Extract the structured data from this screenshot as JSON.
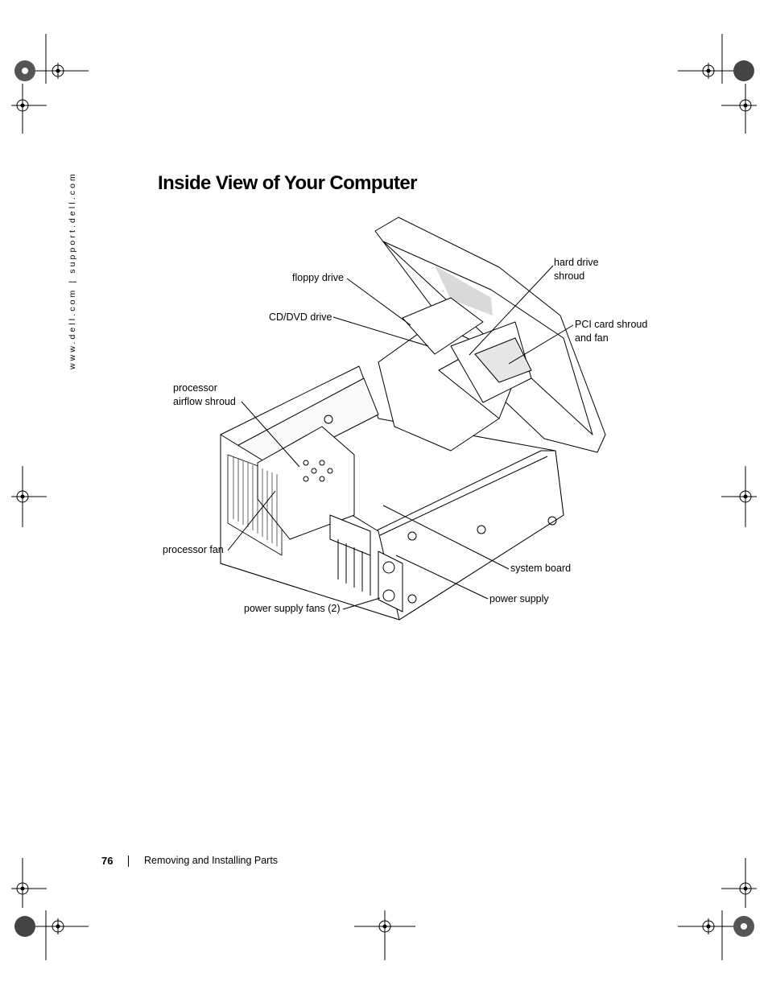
{
  "side_url": "www.dell.com | support.dell.com",
  "title": "Inside View of Your Computer",
  "callouts": {
    "floppy_drive": "floppy drive",
    "cd_dvd_drive": "CD/DVD drive",
    "processor_airflow_shroud": [
      "processor",
      "airflow shroud"
    ],
    "processor_fan": "processor fan",
    "power_supply_fans": "power supply fans (2)",
    "hard_drive_shroud": [
      "hard drive",
      "shroud"
    ],
    "pci_card_shroud": [
      "PCI card shroud",
      "and fan"
    ],
    "system_board": "system board",
    "power_supply": "power supply"
  },
  "footer": {
    "page_number": "76",
    "section": "Removing and Installing Parts"
  }
}
